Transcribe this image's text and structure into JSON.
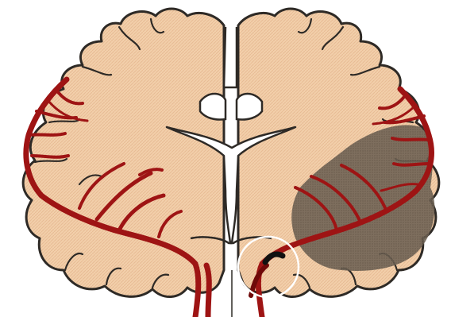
{
  "diagram": {
    "type": "coronal-brain-section",
    "labels": [],
    "colors": {
      "background": "#ffffff",
      "brain_tissue": "#f2cfaa",
      "tissue_texture": "#e6b891",
      "outline": "#2e2a26",
      "artery": "#9e1414",
      "artery_dark": "#6f0909",
      "infarct_region": "#6e6254",
      "ventricle": "#ffffff",
      "highlight_circle": "#ffffff"
    },
    "structures": [
      {
        "name": "left-hemisphere",
        "icon": "brain-hemisphere"
      },
      {
        "name": "right-hemisphere",
        "icon": "brain-hemisphere"
      },
      {
        "name": "lateral-ventricles",
        "icon": "ventricle"
      },
      {
        "name": "left-middle-cerebral-artery",
        "icon": "artery"
      },
      {
        "name": "right-middle-cerebral-artery",
        "icon": "artery"
      },
      {
        "name": "infarct-territory",
        "icon": "shaded-region"
      },
      {
        "name": "occlusion-highlight",
        "icon": "circle-outline"
      },
      {
        "name": "internal-carotid-arteries",
        "icon": "artery"
      }
    ]
  }
}
